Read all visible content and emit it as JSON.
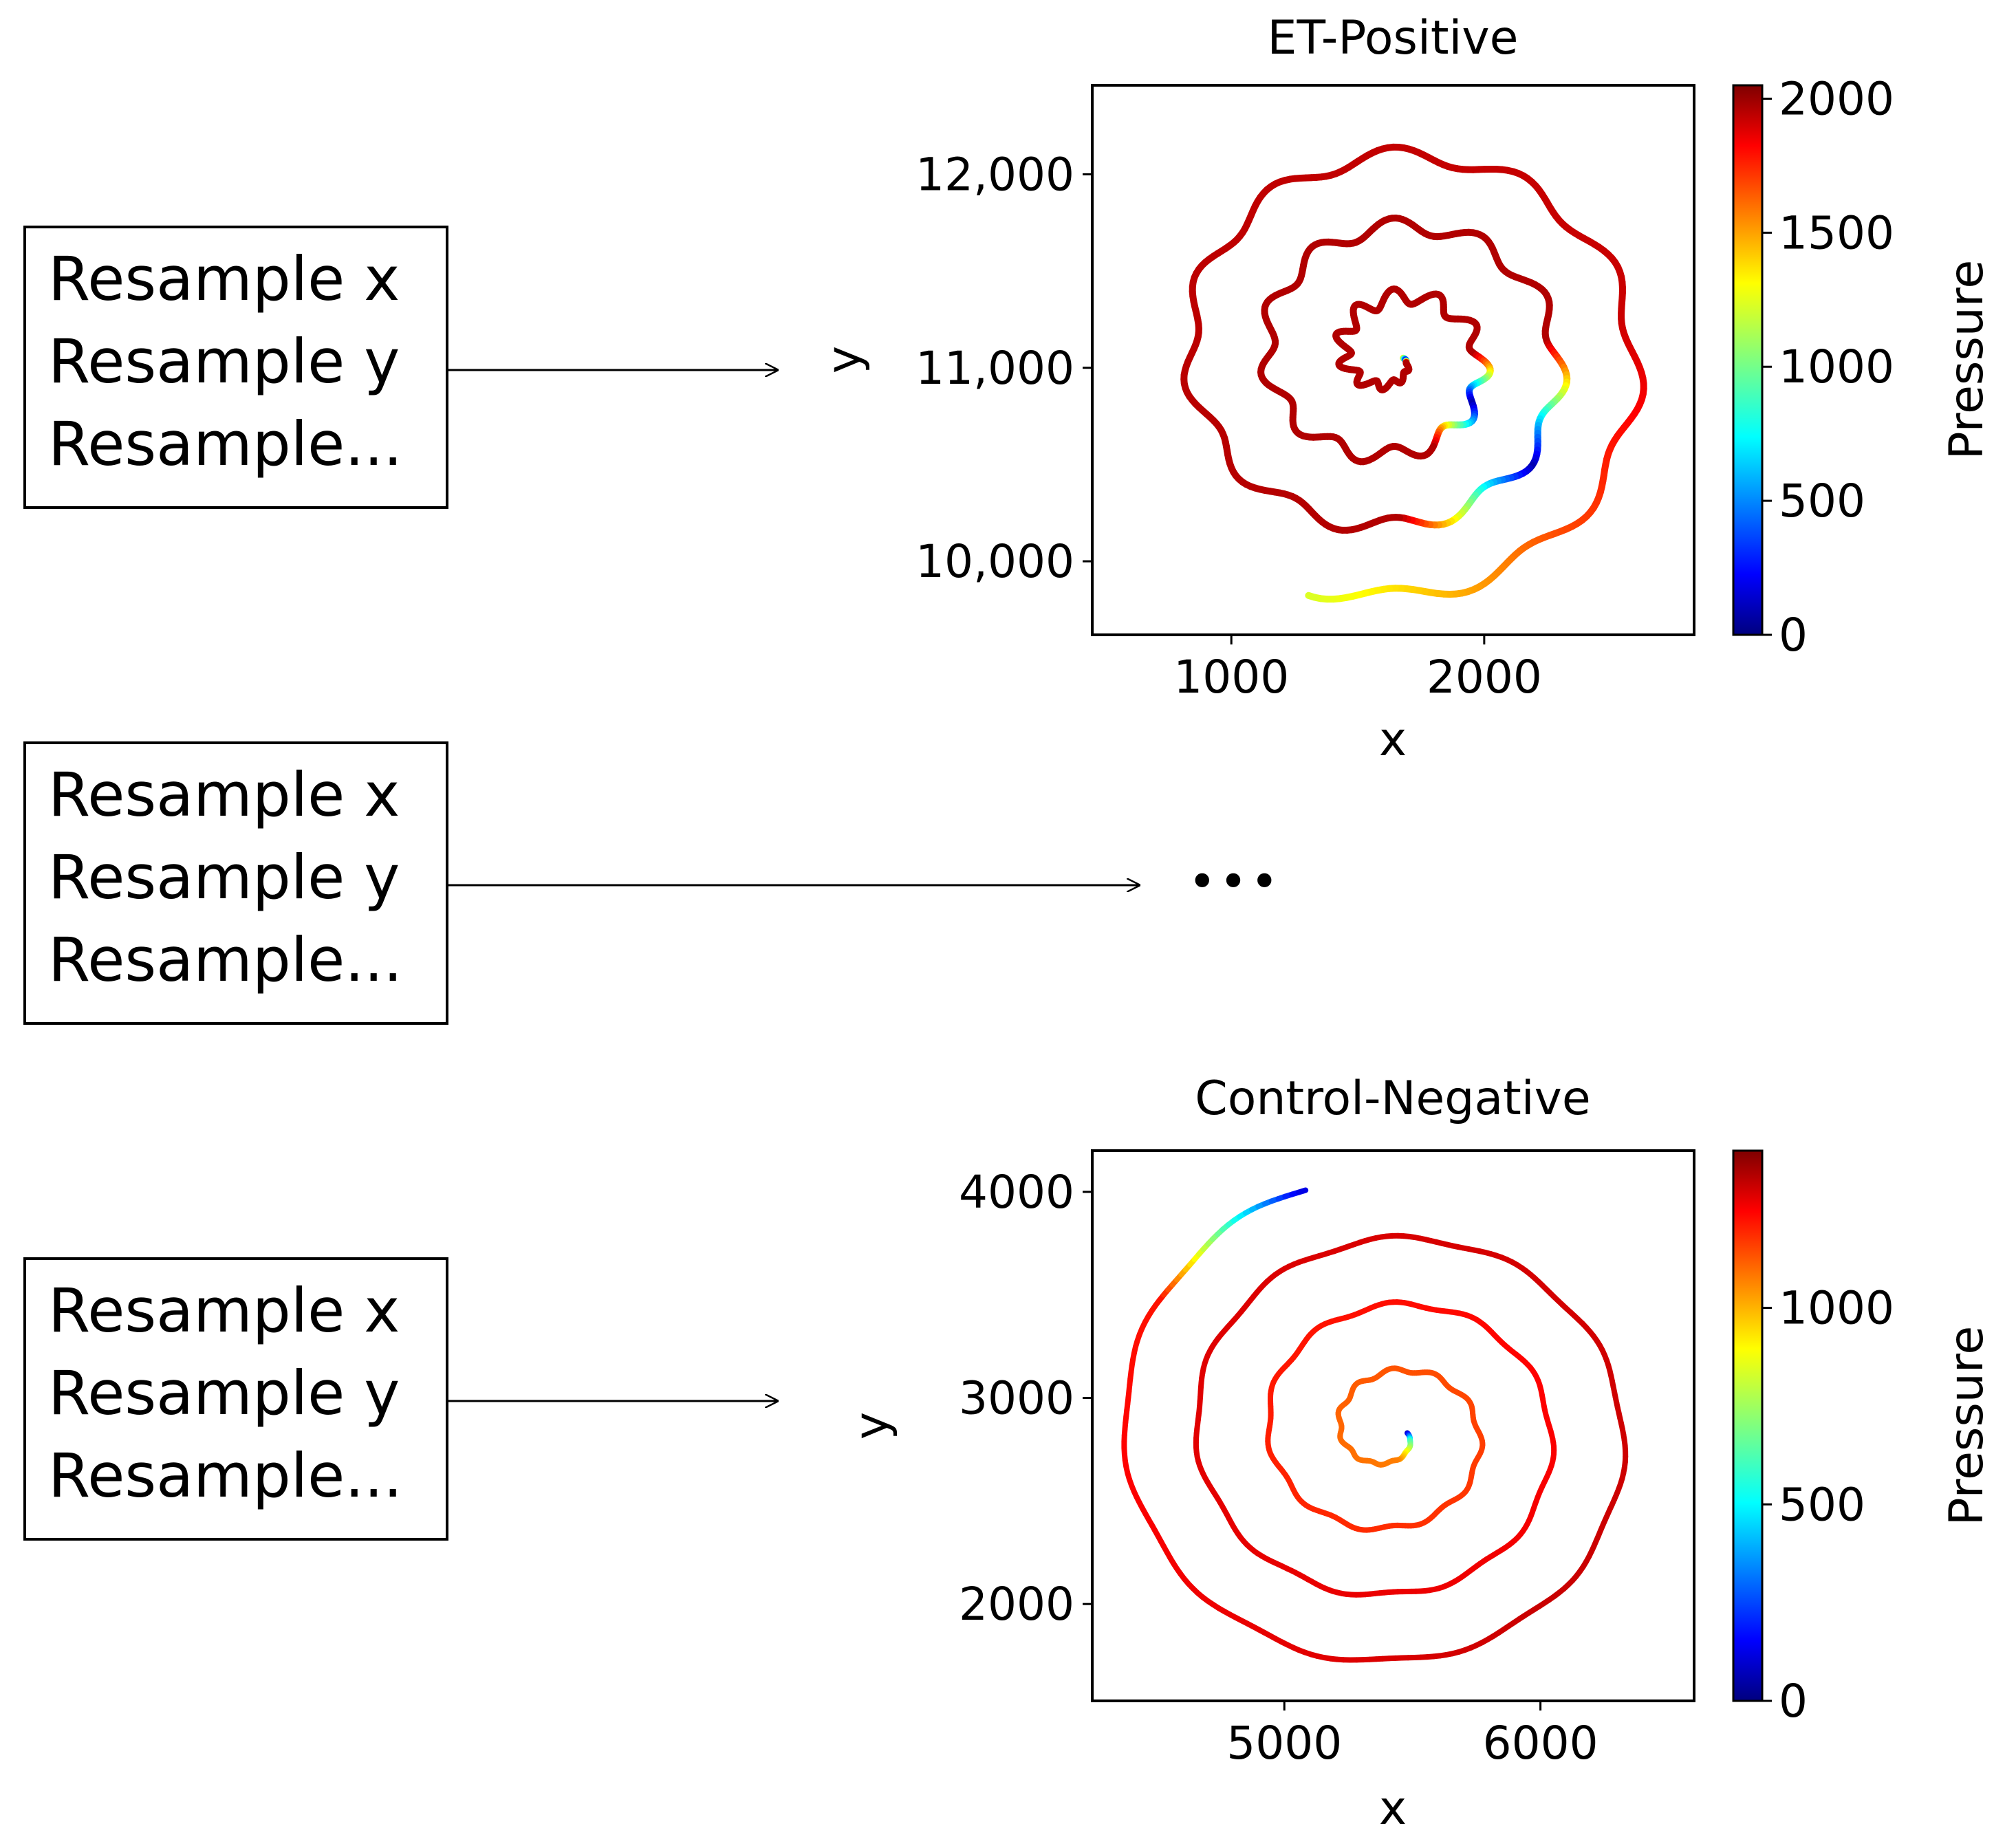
{
  "rows": [
    {
      "lines": [
        "Resample x",
        "Resample y",
        "Resample..."
      ],
      "target": "chart"
    },
    {
      "lines": [
        "Resample x",
        "Resample y",
        "Resample..."
      ],
      "target": "ellipsis",
      "ellipsis": "•••"
    },
    {
      "lines": [
        "Resample x",
        "Resample y",
        "Resample..."
      ],
      "target": "chart"
    }
  ],
  "chart_data": [
    {
      "type": "line",
      "title": "ET-Positive",
      "xlabel": "x",
      "ylabel": "y",
      "xlim": [
        450,
        2830
      ],
      "ylim": [
        9620,
        12460
      ],
      "xticks": [
        1000,
        2000
      ],
      "xtick_labels": [
        "1000",
        "2000"
      ],
      "yticks": [
        10000,
        11000,
        12000
      ],
      "ytick_labels": [
        "10,000",
        "11,000",
        "12,000"
      ],
      "colorbar": {
        "label": "Pressure",
        "min": 0,
        "max": 2050,
        "ticks": [
          0,
          500,
          1000,
          1500,
          2000
        ],
        "tick_labels": [
          "0",
          "500",
          "1000",
          "1500",
          "2000"
        ],
        "colormap": "jet"
      },
      "spiral": {
        "center": [
          1640,
          11050
        ],
        "rx_start": 40,
        "rx_end": 1050,
        "ry_start": 40,
        "ry_end": 1250,
        "turns": 3.3,
        "wobble": 35
      },
      "pressure_profile": [
        [
          0.0,
          1300
        ],
        [
          0.01,
          200
        ],
        [
          0.02,
          1950
        ],
        [
          0.3,
          1950
        ],
        [
          0.33,
          100
        ],
        [
          0.36,
          1950
        ],
        [
          0.6,
          1950
        ],
        [
          0.64,
          100
        ],
        [
          0.68,
          1950
        ],
        [
          0.9,
          1900
        ],
        [
          0.95,
          1650
        ],
        [
          1.0,
          1200
        ]
      ]
    },
    {
      "type": "line",
      "title": "Control-Negative",
      "xlabel": "x",
      "ylabel": "y",
      "xlim": [
        4250,
        6600
      ],
      "ylim": [
        1530,
        4200
      ],
      "xticks": [
        5000,
        6000
      ],
      "xtick_labels": [
        "5000",
        "6000"
      ],
      "yticks": [
        2000,
        3000,
        4000
      ],
      "ytick_labels": [
        "2000",
        "3000",
        "4000"
      ],
      "colorbar": {
        "label": "Pressure",
        "min": 0,
        "max": 1400,
        "ticks": [
          0,
          500,
          1000
        ],
        "tick_labels": [
          "0",
          "500",
          "1000"
        ],
        "colormap": "jet"
      },
      "spiral": {
        "center": [
          5420,
          2830
        ],
        "rx_start": 60,
        "rx_end": 1100,
        "ry_start": 60,
        "ry_end": 1250,
        "turns": 3.7,
        "wobble": 10
      },
      "pressure_profile": [
        [
          0.0,
          80
        ],
        [
          0.02,
          600
        ],
        [
          0.06,
          1050
        ],
        [
          0.3,
          1150
        ],
        [
          0.6,
          1250
        ],
        [
          0.85,
          1300
        ],
        [
          0.97,
          1200
        ],
        [
          1.0,
          100
        ]
      ]
    }
  ]
}
